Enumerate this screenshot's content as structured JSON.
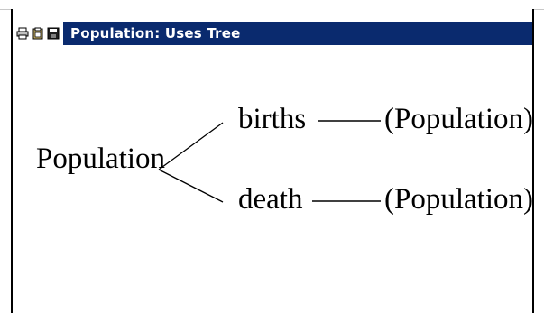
{
  "window": {
    "title": "Population: Uses Tree",
    "icons": [
      "print-icon",
      "copy-icon",
      "save-icon"
    ]
  },
  "tree": {
    "root": "Population",
    "children": [
      {
        "label": "births",
        "uses": "(Population)"
      },
      {
        "label": "death",
        "uses": "(Population)"
      }
    ]
  },
  "colors": {
    "titlebar": "#0a2a6e",
    "title_text": "#ffffff",
    "line": "#000000"
  }
}
